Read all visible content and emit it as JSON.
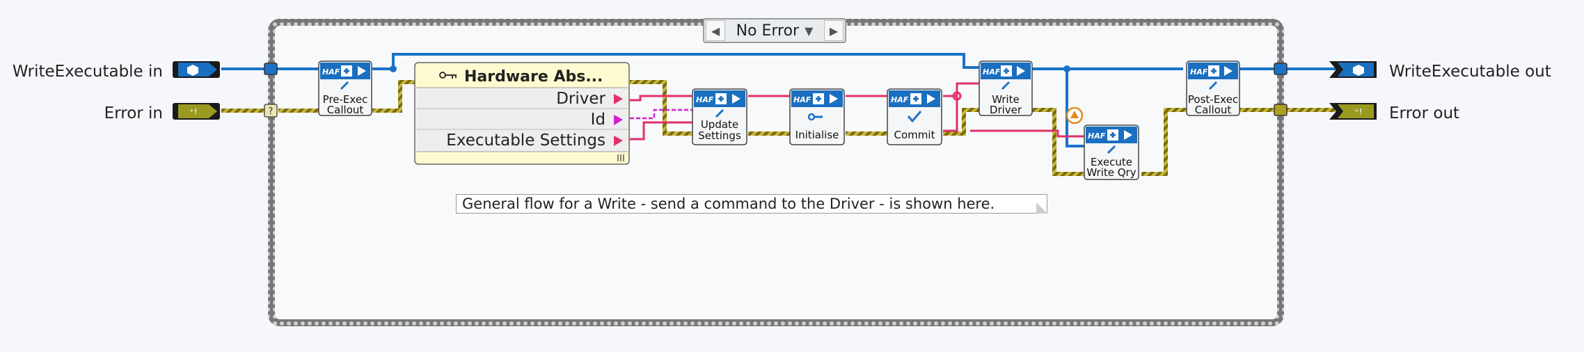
{
  "terminals": {
    "write_executable_in": "WriteExecutable in",
    "error_in": "Error in",
    "write_executable_out": "WriteExecutable out",
    "error_out": "Error out"
  },
  "case_selector": {
    "value": "No Error"
  },
  "subvis": {
    "haf_badge": "HAF",
    "pre_exec": [
      "Pre-Exec",
      "Callout"
    ],
    "update_settings": [
      "Update",
      "Settings"
    ],
    "initialise": [
      "Initialise"
    ],
    "commit": [
      "Commit"
    ],
    "write_driver": [
      "Write",
      "Driver"
    ],
    "execute_write_qry": [
      "Execute",
      "Write Qry"
    ],
    "post_exec": [
      "Post-Exec",
      "Callout"
    ]
  },
  "cluster": {
    "title": "Hardware Abs...",
    "elements": [
      "Driver",
      "Id",
      "Executable Settings"
    ]
  },
  "comment": "General flow for a Write - send a command to the Driver - is shown here.",
  "colors": {
    "class_wire": "#1a73c8",
    "error_wire": "#b0a020",
    "driver_wire": "#e0306a",
    "id_wire": "#d020d0",
    "frame": "#888888",
    "haf_banner": "#1a6fc0"
  }
}
